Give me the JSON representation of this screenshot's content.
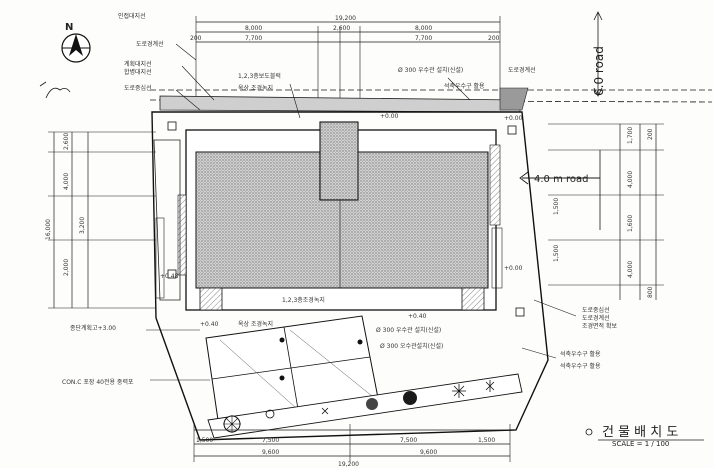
{
  "north_label": "N",
  "dims_top": {
    "overall": "19,200",
    "left_inner": "8,000",
    "mid": "2,600",
    "right_inner": "8,000",
    "left_setback": "7,700",
    "right_setback": "7,700",
    "edge_left": "200",
    "edge_right": "200"
  },
  "road_top": "6.0 road",
  "road_right": "4.0 m road",
  "right_dims": [
    "1,700",
    "4,000",
    "1,600",
    "4,000",
    "1,500",
    "200",
    "1,500",
    "800"
  ],
  "left_dims": [
    "2,600",
    "4,000",
    "3,200",
    "2,000",
    "16,000"
  ],
  "bottom_dims": {
    "left_edge": "1,500",
    "left_span": "7,500",
    "right_span": "7,500",
    "right_edge": "1,500",
    "half_left": "9,600",
    "half_right": "9,600",
    "overall": "19,200"
  },
  "labels": {
    "l1": "인접대지선",
    "l2": "도로경계선",
    "l3": "계획대지선",
    "l4": "합병대지선",
    "l5": "도로중심선",
    "l6": "1,2,3층보도블럭",
    "l7": "옥상 조경녹지",
    "l8": "Ø 300 우수관 설치(신설)",
    "l9": "도로경계선",
    "l10": "석축우수구 활용",
    "l11": "1,2,3층조경녹지",
    "l12": "옥상 조경녹지",
    "l13": "Ø 300 우수관 설치(신설)",
    "l14": "Ø 300 오수관설치(신설)",
    "l15": "도로중심선",
    "l16": "도로경계선",
    "l17": "조경면적 확보",
    "l18": "석축우수구 활용",
    "l19": "석축우수구 활용",
    "l20": "CON.C 포장 40전용 중력포",
    "l21": "종단계획고+3.00"
  },
  "levels": [
    "+0.00",
    "+0.48",
    "+0.40",
    "+0.00",
    "+0.00",
    "+0.40"
  ],
  "title": {
    "main": "건 물 배 치 도",
    "scale": "SCALE = 1 / 100"
  }
}
